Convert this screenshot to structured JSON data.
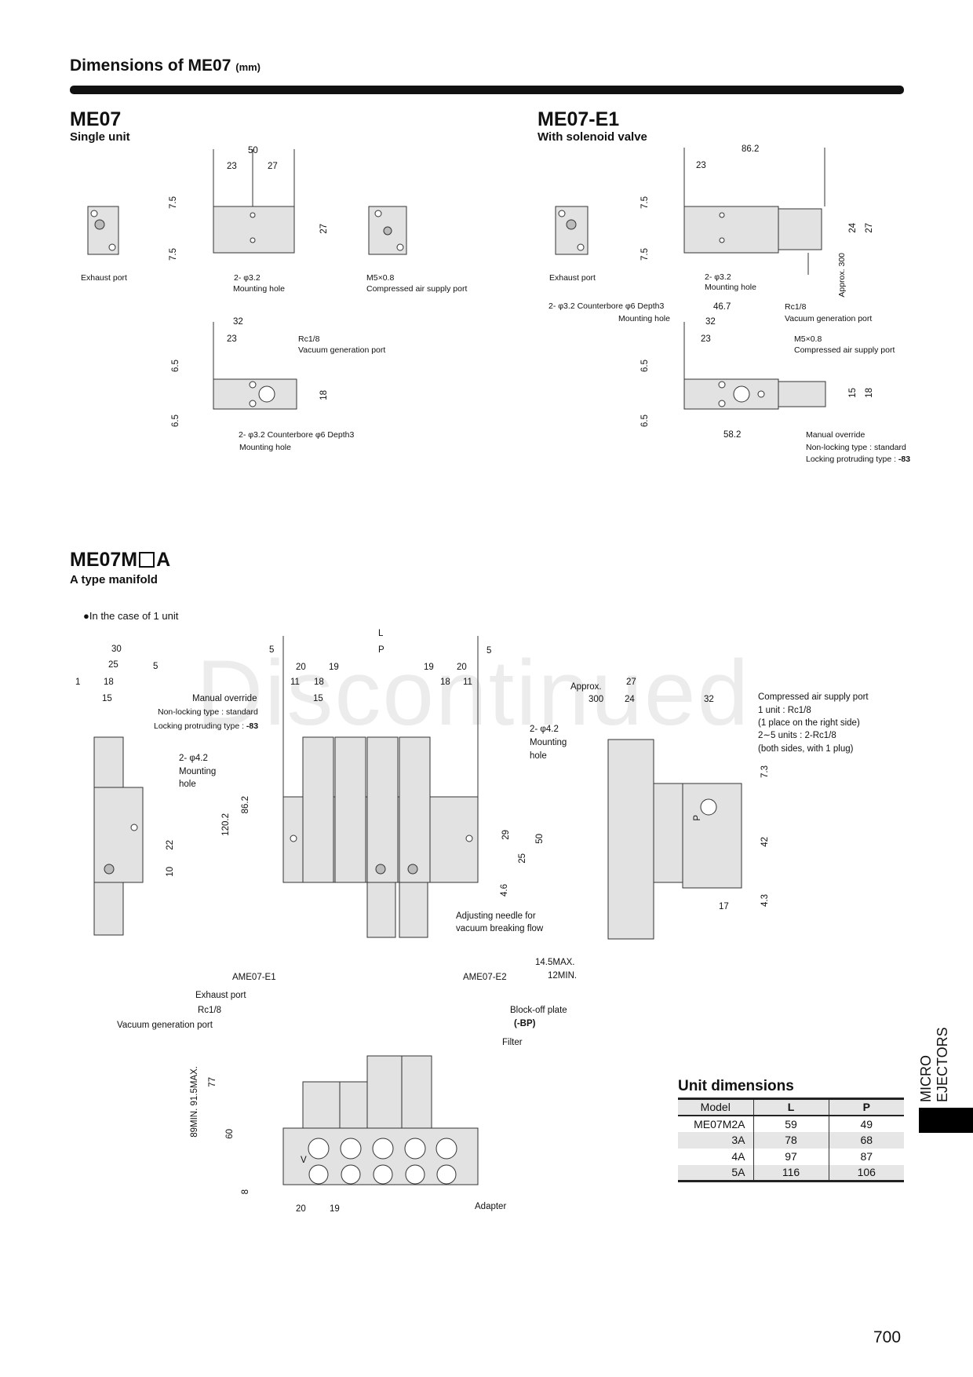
{
  "header": {
    "title": "Dimensions of ME07",
    "unit": "(mm)"
  },
  "me07": {
    "title": "ME07",
    "subtitle": "Single unit",
    "labels": [
      "50",
      "23",
      "27",
      "7.5",
      "7.5",
      "27",
      "Exhaust port",
      "2- φ3.2",
      "Mounting hole",
      "M5×0.8",
      "Compressed air supply port",
      "32",
      "23",
      "Rc1/8",
      "Vacuum generation port",
      "6.5",
      "6.5",
      "18",
      "2- φ3.2 Counterbore φ6 Depth3",
      "Mounting hole"
    ]
  },
  "me07e1": {
    "title": "ME07-E1",
    "subtitle": "With solenoid valve",
    "labels": [
      "86.2",
      "23",
      "7.5",
      "7.5",
      "24",
      "27",
      "Approx. 300",
      "Exhaust port",
      "2- φ3.2",
      "Mounting hole",
      "2- φ3.2 Counterbore φ6 Depth3",
      "Mounting hole",
      "46.7",
      "32",
      "23",
      "Rc1/8",
      "Vacuum generation port",
      "M5×0.8",
      "Compressed air supply port",
      "6.5",
      "6.5",
      "15",
      "18",
      "58.2",
      "Manual override",
      "Non-locking type : standard",
      "Locking protruding type : ",
      "-83"
    ]
  },
  "manifold": {
    "title_prefix": "ME07M",
    "title_suffix": "A",
    "subtitle": "A type manifold",
    "note": "In the case of 1 unit",
    "watermark": "Discontinued",
    "side_labels": [
      "30",
      "25",
      "5",
      "1",
      "18",
      "15",
      "2- φ4.2",
      "Mounting",
      "hole",
      "22",
      "10"
    ],
    "front_labels": [
      "L",
      "P",
      "5",
      "5",
      "20",
      "19",
      "19",
      "20",
      "11",
      "18",
      "18",
      "11",
      "15",
      "Manual override",
      "Non-locking type : standard",
      "Locking protruding type : ",
      "-83",
      "2- φ4.2",
      "Mounting",
      "hole",
      "120.2",
      "86.2",
      "29",
      "50",
      "25",
      "4.6",
      "Adjusting needle for",
      "vacuum breaking flow"
    ],
    "right_labels": [
      "Approx.",
      "300",
      "27",
      "24",
      "32",
      "Compressed air supply port",
      "1 unit : Rc1/8",
      "(1 place on the right side)",
      "2∼5 units : 2-Rc1/8",
      "(both sides, with 1 plug)",
      "7.3",
      "42",
      "4.3",
      "17",
      "P",
      "14.5MAX.",
      "12MIN."
    ],
    "perspective_labels": [
      "AME07-E1",
      "AME07-E2",
      "Exhaust port",
      "Rc1/8",
      "Vacuum generation port",
      "Block-off plate",
      "(-BP)",
      "Filter",
      "89MIN. 91.5MAX.",
      "77",
      "60",
      "8",
      "20",
      "19",
      "V",
      "Adapter"
    ]
  },
  "unit_table": {
    "title": "Unit dimensions",
    "headers": [
      "Model",
      "L",
      "P"
    ],
    "rows": [
      [
        "ME07M2A",
        "59",
        "49"
      ],
      [
        "3A",
        "78",
        "68"
      ],
      [
        "4A",
        "97",
        "87"
      ],
      [
        "5A",
        "116",
        "106"
      ]
    ]
  },
  "side_tab": "MICRO EJECTORS",
  "page_number": "700"
}
